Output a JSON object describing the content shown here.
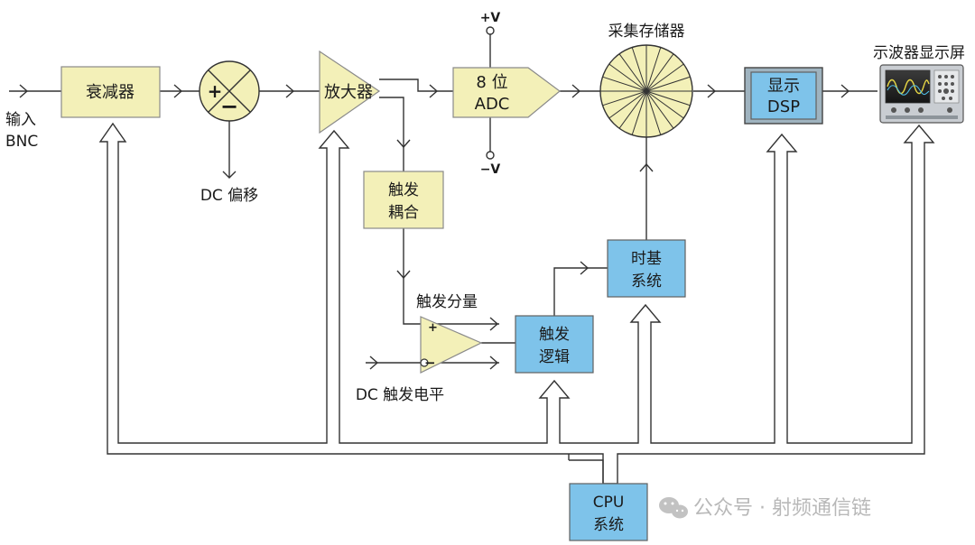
{
  "input": {
    "line1": "输入",
    "line2": "BNC"
  },
  "attenuator": {
    "label": "衰减器"
  },
  "summer": {
    "plus": "+",
    "minus": "−"
  },
  "dc_offset": {
    "label": "DC 偏移"
  },
  "amplifier": {
    "label": "放大器"
  },
  "adc": {
    "line1": "8 位",
    "line2": "ADC",
    "vplus": "+V",
    "vminus": "−V"
  },
  "memory": {
    "label": "采集存储器"
  },
  "display_dsp": {
    "line1": "显示",
    "line2": "DSP"
  },
  "scope_display": {
    "label": "示波器显示屏"
  },
  "trigger_coupling": {
    "line1": "触发",
    "line2": "耦合"
  },
  "trigger_component": {
    "label": "触发分量"
  },
  "comparator": {
    "plus": "+",
    "minus": "−"
  },
  "dc_trigger_level": {
    "label": "DC 触发电平"
  },
  "trigger_logic": {
    "line1": "触发",
    "line2": "逻辑"
  },
  "timebase": {
    "line1": "时基",
    "line2": "系统"
  },
  "cpu": {
    "line1": "CPU",
    "line2": "系统"
  },
  "watermark": {
    "label": "公众号 · 射频通信链"
  },
  "colors": {
    "yellow_block": "#f3f0b8",
    "blue_block": "#7ec3ea",
    "line": "#333333"
  }
}
